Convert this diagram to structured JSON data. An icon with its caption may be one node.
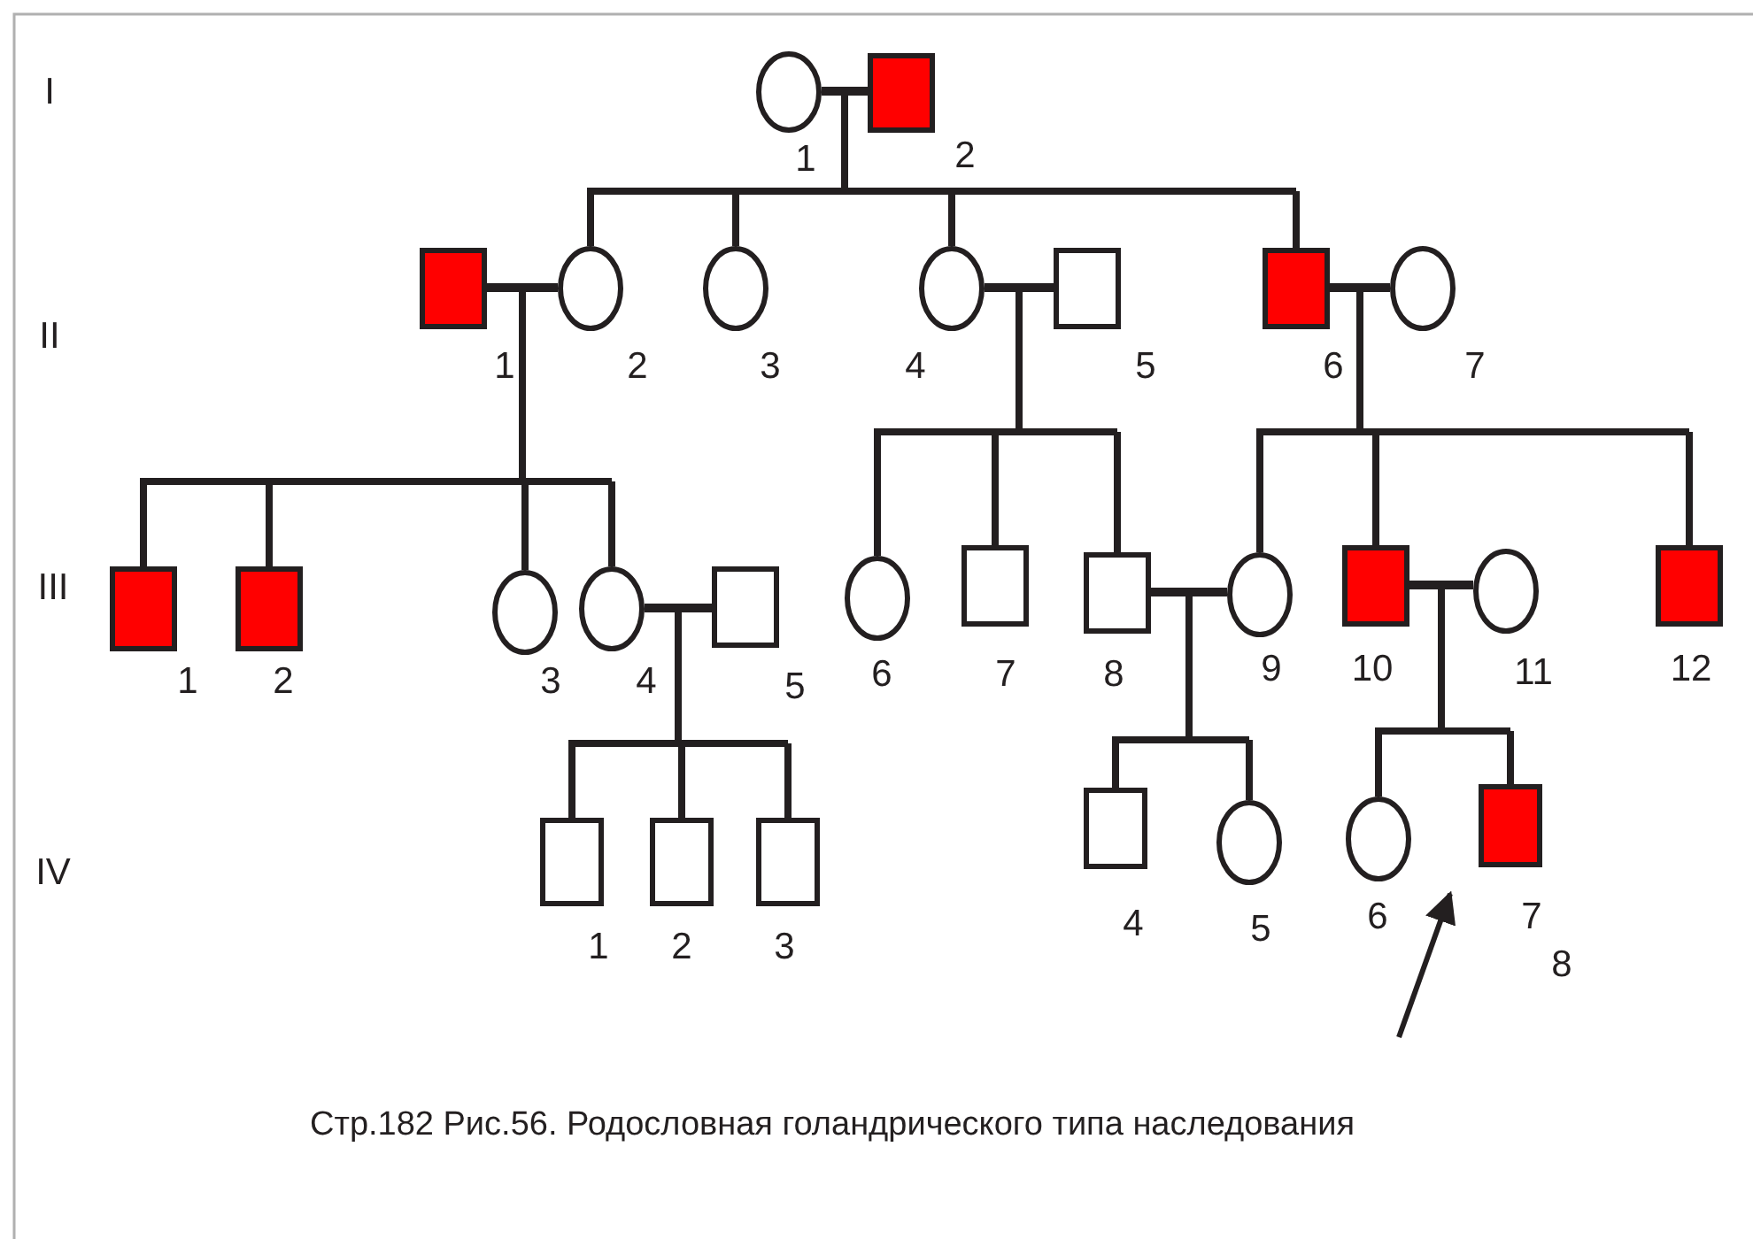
{
  "diagram": {
    "caption": "Стр.182 Рис.56. Родословная голандрического типа наследования",
    "nodes": [
      {
        "text": [],
        "shape": "circle",
        "beside": [
          "1"
        ]
      },
      {
        "text": [],
        "shape": "box",
        "beside": [
          "2"
        ]
      },
      {
        "text": [],
        "shape": "box",
        "beside": [
          "1"
        ]
      },
      {
        "text": [],
        "shape": "circle",
        "beside": [
          "2"
        ]
      },
      {
        "text": [],
        "shape": "circle",
        "beside": [
          "3"
        ]
      },
      {
        "text": [],
        "shape": "circle",
        "beside": [
          "4"
        ]
      },
      {
        "text": [],
        "shape": "box",
        "beside": [
          "5"
        ]
      },
      {
        "text": [],
        "shape": "box",
        "beside": [
          "6"
        ]
      },
      {
        "text": [],
        "shape": "circle",
        "beside": [
          "7"
        ]
      },
      {
        "text": [],
        "shape": "box",
        "beside": [
          "1"
        ]
      },
      {
        "text": [],
        "shape": "box",
        "beside": [
          "2"
        ]
      },
      {
        "text": [],
        "shape": "circle",
        "beside": [
          "3"
        ]
      },
      {
        "text": [],
        "shape": "circle",
        "beside": [
          "4"
        ]
      },
      {
        "text": [],
        "shape": "box",
        "beside": [
          "5"
        ]
      },
      {
        "text": [],
        "shape": "circle",
        "beside": [
          "6"
        ]
      },
      {
        "text": [],
        "shape": "box",
        "beside": [
          "7"
        ]
      },
      {
        "text": [],
        "shape": "box",
        "beside": [
          "8"
        ]
      },
      {
        "text": [],
        "shape": "circle",
        "beside": [
          "9"
        ]
      },
      {
        "text": [],
        "shape": "box",
        "beside": [
          "10"
        ]
      },
      {
        "text": [],
        "shape": "circle",
        "beside": [
          "11"
        ]
      },
      {
        "text": [],
        "shape": "box",
        "beside": [
          "12"
        ]
      },
      {
        "text": [],
        "shape": "box",
        "beside": [
          "1"
        ]
      },
      {
        "text": [],
        "shape": "box",
        "beside": [
          "2"
        ]
      },
      {
        "text": [],
        "shape": "box",
        "beside": [
          "3"
        ]
      },
      {
        "text": [],
        "shape": "box",
        "beside": [
          "4"
        ]
      },
      {
        "text": [],
        "shape": "circle",
        "beside": [
          "5"
        ]
      },
      {
        "text": [],
        "shape": "circle",
        "beside": [
          "6"
        ]
      },
      {
        "text": [],
        "shape": "box",
        "beside": [
          "7"
        ]
      }
    ],
    "edges": [
      {
        "from": 0,
        "to": 1,
        "arrow": "none"
      },
      {
        "from": 2,
        "to": 3,
        "arrow": "none"
      },
      {
        "from": 5,
        "to": 6,
        "arrow": "none"
      },
      {
        "from": 7,
        "to": 8,
        "arrow": "none"
      },
      {
        "from": 12,
        "to": 13,
        "arrow": "none"
      },
      {
        "from": 16,
        "to": 17,
        "arrow": "none"
      },
      {
        "from": 18,
        "to": 19,
        "arrow": "none"
      },
      {
        "from": 0,
        "to": 3,
        "arrow": "none"
      },
      {
        "from": 1,
        "to": 3,
        "arrow": "none"
      },
      {
        "from": 0,
        "to": 4,
        "arrow": "none"
      },
      {
        "from": 1,
        "to": 4,
        "arrow": "none"
      },
      {
        "from": 0,
        "to": 5,
        "arrow": "none"
      },
      {
        "from": 1,
        "to": 5,
        "arrow": "none"
      },
      {
        "from": 0,
        "to": 7,
        "arrow": "none"
      },
      {
        "from": 1,
        "to": 7,
        "arrow": "none"
      },
      {
        "from": 2,
        "to": 9,
        "arrow": "none"
      },
      {
        "from": 3,
        "to": 9,
        "arrow": "none"
      },
      {
        "from": 2,
        "to": 10,
        "arrow": "none"
      },
      {
        "from": 3,
        "to": 10,
        "arrow": "none"
      },
      {
        "from": 2,
        "to": 11,
        "arrow": "none"
      },
      {
        "from": 3,
        "to": 11,
        "arrow": "none"
      },
      {
        "from": 2,
        "to": 12,
        "arrow": "none"
      },
      {
        "from": 3,
        "to": 12,
        "arrow": "none"
      },
      {
        "from": 5,
        "to": 14,
        "arrow": "none"
      },
      {
        "from": 6,
        "to": 14,
        "arrow": "none"
      },
      {
        "from": 5,
        "to": 15,
        "arrow": "none"
      },
      {
        "from": 6,
        "to": 15,
        "arrow": "none"
      },
      {
        "from": 5,
        "to": 16,
        "arrow": "none"
      },
      {
        "from": 6,
        "to": 16,
        "arrow": "none"
      },
      {
        "from": 7,
        "to": 17,
        "arrow": "none"
      },
      {
        "from": 8,
        "to": 17,
        "arrow": "none"
      },
      {
        "from": 7,
        "to": 18,
        "arrow": "none"
      },
      {
        "from": 8,
        "to": 18,
        "arrow": "none"
      },
      {
        "from": 7,
        "to": 20,
        "arrow": "none"
      },
      {
        "from": 8,
        "to": 20,
        "arrow": "none"
      },
      {
        "from": 12,
        "to": 21,
        "arrow": "none"
      },
      {
        "from": 13,
        "to": 21,
        "arrow": "none"
      },
      {
        "from": 12,
        "to": 22,
        "arrow": "none"
      },
      {
        "from": 13,
        "to": 22,
        "arrow": "none"
      },
      {
        "from": 12,
        "to": 23,
        "arrow": "none"
      },
      {
        "from": 13,
        "to": 23,
        "arrow": "none"
      },
      {
        "from": 16,
        "to": 24,
        "arrow": "none"
      },
      {
        "from": 17,
        "to": 24,
        "arrow": "none"
      },
      {
        "from": 16,
        "to": 25,
        "arrow": "none"
      },
      {
        "from": 17,
        "to": 25,
        "arrow": "none"
      },
      {
        "from": 18,
        "to": 26,
        "arrow": "none"
      },
      {
        "from": 19,
        "to": 26,
        "arrow": "none"
      },
      {
        "from": 18,
        "to": 27,
        "arrow": "none"
      },
      {
        "from": 19,
        "to": 27,
        "arrow": "none"
      },
      {
        "from": null,
        "to": 27,
        "arrow": "to"
      }
    ],
    "labels": [
      "I",
      "II",
      "III",
      "IV",
      "8"
    ]
  }
}
